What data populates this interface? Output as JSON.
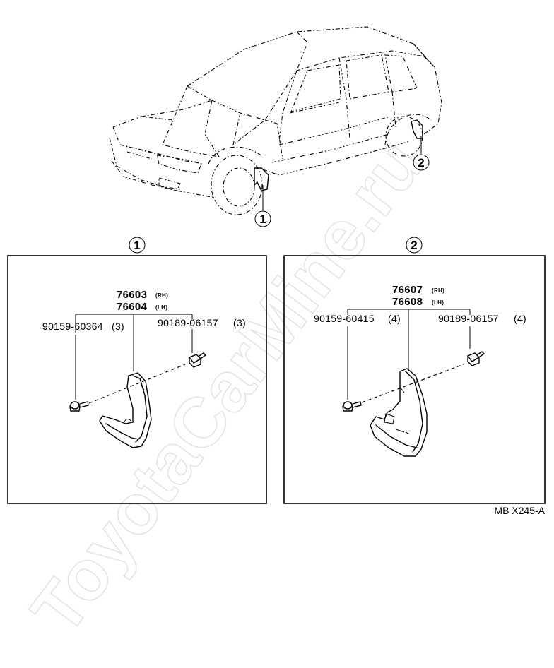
{
  "callouts": {
    "one": "1",
    "two": "2"
  },
  "panel1": {
    "title_num": "1",
    "part_rh": "76603",
    "part_rh_side": "(RH)",
    "part_lh": "76604",
    "part_lh_side": "(LH)",
    "screw": "90159-60364",
    "screw_qty": "(3)",
    "clip": "90189-06157",
    "clip_qty": "(3)"
  },
  "panel2": {
    "title_num": "2",
    "part_rh": "76607",
    "part_rh_side": "(RH)",
    "part_lh": "76608",
    "part_lh_side": "(LH)",
    "screw": "90159-60415",
    "screw_qty": "(4)",
    "clip": "90189-06157",
    "clip_qty": "(4)"
  },
  "diagram_code": "MB X245-A",
  "watermark": "ToyotaCarMine.ru"
}
